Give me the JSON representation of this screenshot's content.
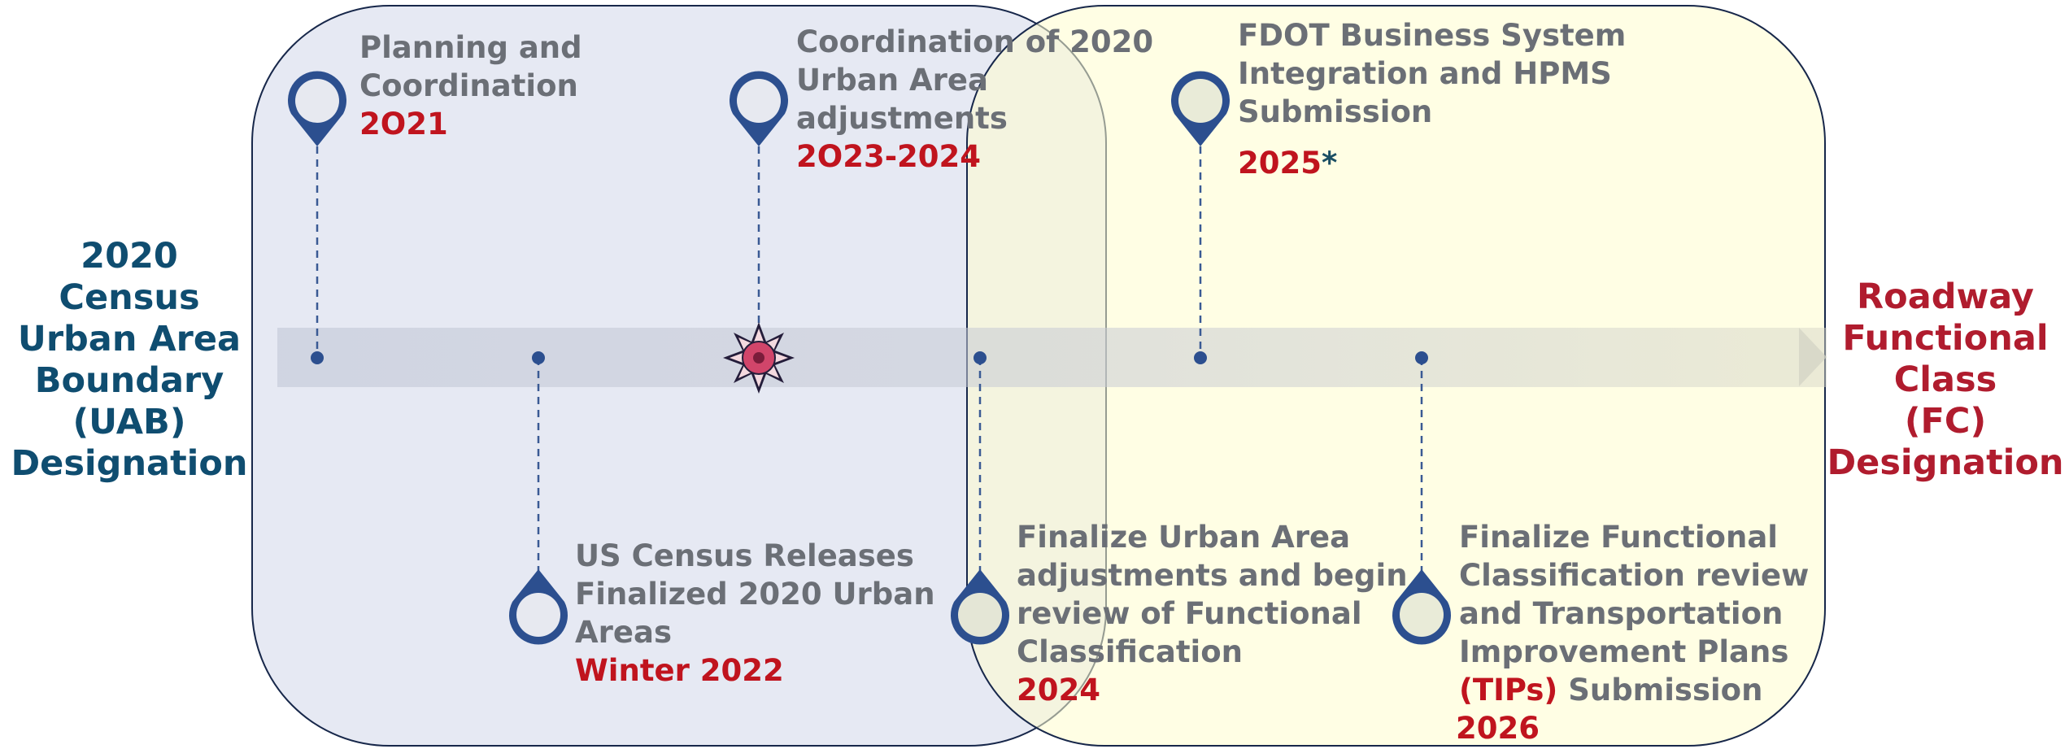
{
  "left_title": [
    "2020",
    "Census",
    "Urban Area",
    "Boundary",
    "(UAB)",
    "Designation"
  ],
  "right_title": [
    "Roadway",
    "Functional",
    "Class",
    "(FC)",
    "Designation"
  ],
  "milestones": [
    {
      "lines": [
        "Planning and",
        "Coordination"
      ],
      "date": "2O21"
    },
    {
      "lines": [
        "US Census Releases",
        "Finalized 2020 Urban",
        "Areas"
      ],
      "date": "Winter 2022"
    },
    {
      "lines": [
        "Coordination of 2020",
        "Urban Area",
        "adjustments"
      ],
      "date": "2O23-2024"
    },
    {
      "lines": [
        "Finalize Urban Area",
        "adjustments and begin",
        "review of Functional",
        "Classification"
      ],
      "date": "2024"
    },
    {
      "lines": [
        "FDOT Business System",
        "Integration and HPMS",
        "Submission"
      ],
      "date": "2025",
      "date_suffix": "*"
    },
    {
      "lines": [
        "Finalize Functional",
        "Classification review",
        "and Transportation",
        "Improvement Plans"
      ],
      "date_inline": "(TIPs)",
      "inline_rest": " Submission",
      "date": "2026"
    }
  ],
  "colors": {
    "left_title": "#0f4d70",
    "right_title": "#b01c2e",
    "milestone_text": "#6b6f76",
    "date": "#c0141e",
    "pin_outline": "#2c4f8f",
    "current_marker": "#d1456a"
  },
  "icons": {
    "pin": "map-pin-icon",
    "current": "sun-burst-icon"
  }
}
